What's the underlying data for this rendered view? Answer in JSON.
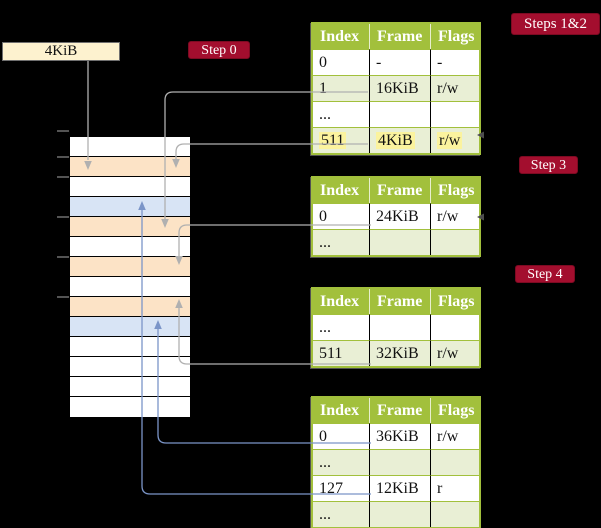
{
  "memory_box": {
    "label": "4KiB"
  },
  "labels": {
    "step0": "Step 0",
    "steps12": "Steps 1&2",
    "step3": "Step 3",
    "step4": "Step 4"
  },
  "tables": [
    {
      "id": "steps-1-2",
      "headers": [
        "Index",
        "Frame",
        "Flags"
      ],
      "rows": [
        [
          "0",
          "-",
          "-"
        ],
        [
          "1",
          "16KiB",
          "r/w"
        ],
        [
          "...",
          "",
          ""
        ],
        [
          "511",
          "4KiB",
          "r/w"
        ]
      ],
      "highlighted_row": 3
    },
    {
      "id": "step-3",
      "headers": [
        "Index",
        "Frame",
        "Flags"
      ],
      "rows": [
        [
          "0",
          "24KiB",
          "r/w"
        ],
        [
          "...",
          "",
          ""
        ]
      ]
    },
    {
      "id": "step-4",
      "headers": [
        "Index",
        "Frame",
        "Flags"
      ],
      "rows": [
        [
          "...",
          "",
          ""
        ],
        [
          "511",
          "32KiB",
          "r/w"
        ]
      ]
    },
    {
      "id": "final-table",
      "headers": [
        "Index",
        "Frame",
        "Flags"
      ],
      "rows": [
        [
          "0",
          "36KiB",
          "r/w"
        ],
        [
          "...",
          "",
          ""
        ],
        [
          "127",
          "12KiB",
          "r"
        ],
        [
          "...",
          "",
          ""
        ]
      ]
    }
  ],
  "memory_rows": [
    "white",
    "orange",
    "white",
    "blue",
    "orange",
    "white",
    "orange",
    "white",
    "orange",
    "blue",
    "white",
    "white",
    "white",
    "white"
  ],
  "colors": {
    "crimson": "#a30e2e",
    "headerGreen": "#a2c03c",
    "rowGreen": "#e9efd5",
    "yellowHl": "#fbf39e",
    "orangeRow": "#fce3c6",
    "blueRow": "#d8e4f5",
    "creamBox": "#fdf2cf",
    "greyLine": "#b0b0b0",
    "blueLine": "#7b95c8"
  }
}
